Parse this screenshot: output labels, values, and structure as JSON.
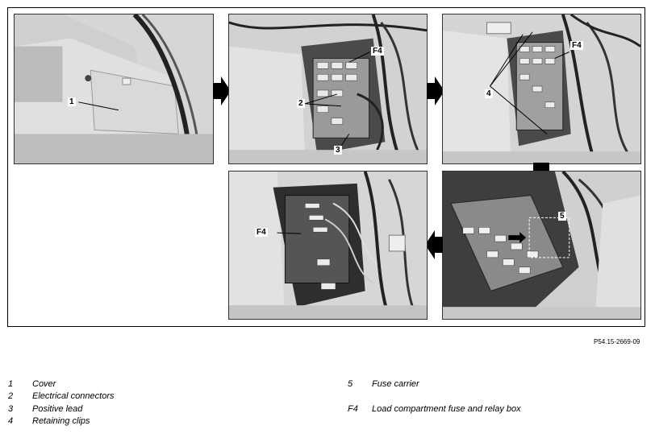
{
  "figure": {
    "reference": "P54.15-2669-09",
    "callouts": {
      "p1": "1",
      "p2_f4": "F4",
      "p2_2": "2",
      "p2_3": "3",
      "p3_f4": "F4",
      "p3_4": "4",
      "p4_5": "5",
      "p5_f4": "F4"
    }
  },
  "legend": [
    {
      "key": "1",
      "label": "Cover"
    },
    {
      "key": "2",
      "label": "Electrical connectors"
    },
    {
      "key": "3",
      "label": "Positive lead"
    },
    {
      "key": "4",
      "label": "Retaining clips"
    },
    {
      "key": "5",
      "label": "Fuse carrier"
    },
    {
      "key": "F4",
      "label": "Load compartment fuse and relay box"
    }
  ]
}
